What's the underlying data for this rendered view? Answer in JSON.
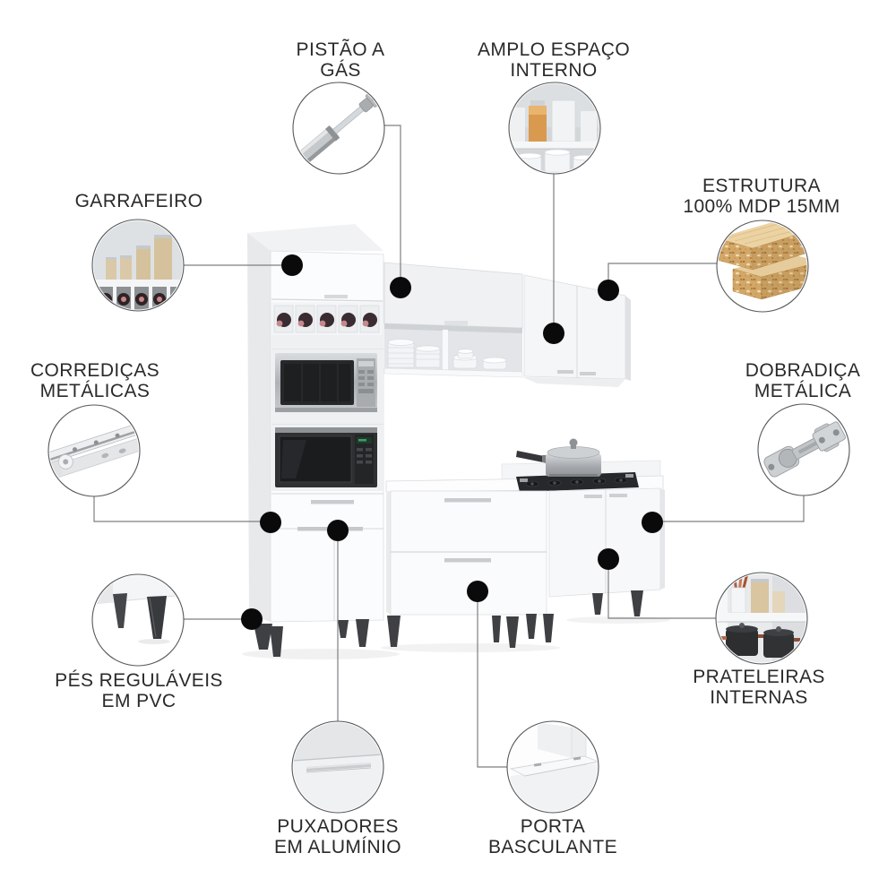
{
  "diagram": {
    "product": "white kitchen cabinet set with microwave niches, cooktop cabinet and wall cabinets",
    "colors": {
      "background": "#ffffff",
      "text": "#2a2a2a",
      "connector_line": "#7d7f82",
      "callout_dot": "#0a0a0a",
      "callout_ring": "#56585b",
      "cabinet_white": "#fafbfc",
      "feet_dark": "#3e4043",
      "wood_chipboard": "#d2a768"
    }
  },
  "callouts": {
    "pistao": {
      "lines": [
        "PISTÃO A",
        "GÁS"
      ],
      "icon": "gas-piston-icon"
    },
    "amplo": {
      "lines": [
        "AMPLO ESPAÇO",
        "INTERNO"
      ],
      "icon": "open-shelf-dishes-icon"
    },
    "garrafeiro": {
      "lines": [
        "GARRAFEIRO"
      ],
      "icon": "bottle-rack-icon"
    },
    "estrutura": {
      "lines": [
        "ESTRUTURA",
        "100% MDP 15MM"
      ],
      "icon": "mdp-board-icon"
    },
    "corredicas": {
      "lines": [
        "CORREDIÇAS",
        "METÁLICAS"
      ],
      "icon": "drawer-slide-icon"
    },
    "dobradica": {
      "lines": [
        "DOBRADIÇA",
        "METÁLICA"
      ],
      "icon": "metal-hinge-icon"
    },
    "pes": {
      "lines": [
        "PÉS REGULÁVEIS",
        "EM PVC"
      ],
      "icon": "adjustable-feet-icon"
    },
    "prateleiras": {
      "lines": [
        "PRATELEIRAS",
        "INTERNAS"
      ],
      "icon": "internal-shelves-icon"
    },
    "puxadores": {
      "lines": [
        "PUXADORES",
        "EM ALUMÍNIO"
      ],
      "icon": "aluminum-handle-icon"
    },
    "porta": {
      "lines": [
        "PORTA",
        "BASCULANTE"
      ],
      "icon": "flip-up-door-icon"
    }
  }
}
